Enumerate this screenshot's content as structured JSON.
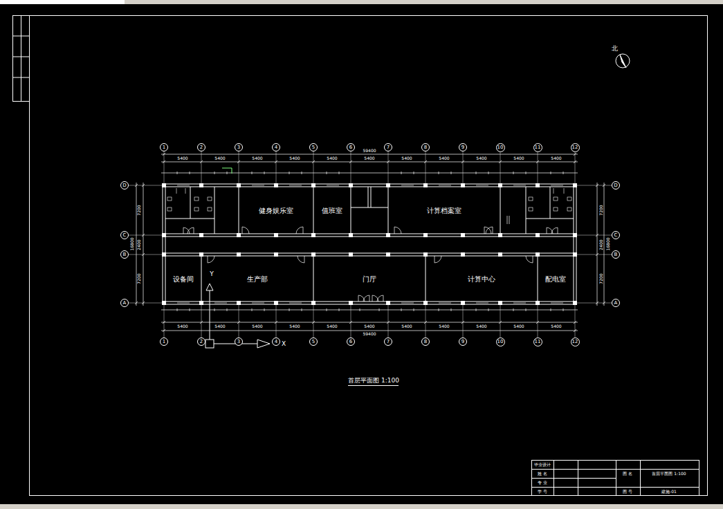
{
  "diagram": {
    "caption": "首层平面图 1:100",
    "nodes": [
      {
        "text": [
          "健身娱乐室"
        ]
      },
      {
        "text": [
          "值班室"
        ]
      },
      {
        "text": [
          "计算档案室"
        ]
      },
      {
        "text": [
          "设备间"
        ]
      },
      {
        "text": [
          "生产部"
        ]
      },
      {
        "text": [
          "门厅"
        ]
      },
      {
        "text": [
          "计算中心"
        ]
      },
      {
        "text": [
          "配电室"
        ]
      },
      {
        "text": [
          "1"
        ]
      },
      {
        "text": [
          "2"
        ]
      },
      {
        "text": [
          "3"
        ]
      },
      {
        "text": [
          "4"
        ]
      },
      {
        "text": [
          "5"
        ]
      },
      {
        "text": [
          "6"
        ]
      },
      {
        "text": [
          "7"
        ]
      },
      {
        "text": [
          "8"
        ]
      },
      {
        "text": [
          "9"
        ]
      },
      {
        "text": [
          "10"
        ]
      },
      {
        "text": [
          "11"
        ]
      },
      {
        "text": [
          "12"
        ]
      },
      {
        "text": [
          "1"
        ]
      },
      {
        "text": [
          "2"
        ]
      },
      {
        "text": [
          "3"
        ]
      },
      {
        "text": [
          "4"
        ]
      },
      {
        "text": [
          "5"
        ]
      },
      {
        "text": [
          "6"
        ]
      },
      {
        "text": [
          "7"
        ]
      },
      {
        "text": [
          "8"
        ]
      },
      {
        "text": [
          "9"
        ]
      },
      {
        "text": [
          "10"
        ]
      },
      {
        "text": [
          "11"
        ]
      },
      {
        "text": [
          "12"
        ]
      },
      {
        "text": [
          "D"
        ]
      },
      {
        "text": [
          "C"
        ]
      },
      {
        "text": [
          "B"
        ]
      },
      {
        "text": [
          "A"
        ]
      },
      {
        "text": [
          "D"
        ]
      },
      {
        "text": [
          "C"
        ]
      },
      {
        "text": [
          "B"
        ]
      },
      {
        "text": [
          "A"
        ]
      }
    ],
    "labels": [
      "北",
      "5400",
      "5400",
      "5400",
      "5400",
      "5400",
      "5400",
      "5400",
      "5400",
      "5400",
      "5400",
      "5400",
      "59400",
      "5400",
      "5400",
      "5400",
      "5400",
      "5400",
      "5400",
      "5400",
      "5400",
      "5400",
      "5400",
      "5400",
      "59400",
      "7200",
      "2400",
      "7200",
      "16800",
      "7200",
      "2400",
      "7200",
      "16800",
      "Y",
      "X",
      "毕业设计",
      "姓 名",
      "专 业",
      "学 号",
      "图 名",
      "首层平面图 1:100",
      "图 号",
      "建施-01"
    ]
  }
}
